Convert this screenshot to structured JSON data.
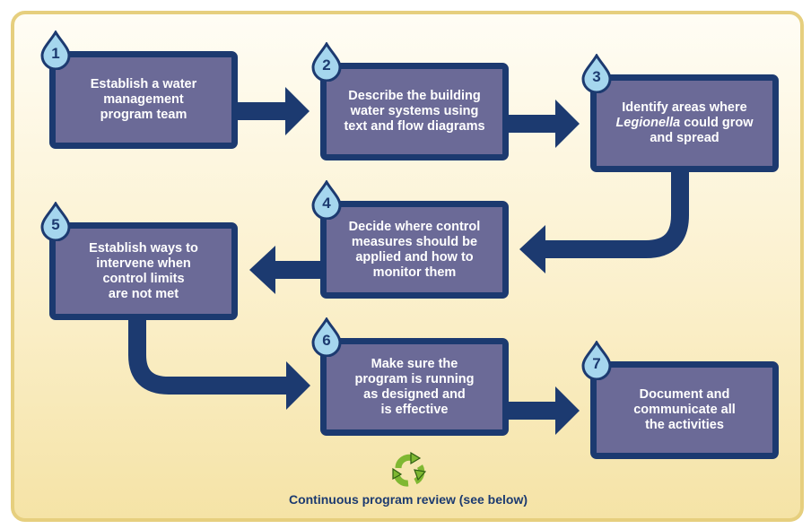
{
  "steps": [
    {
      "number": "1",
      "line1": "Establish a water",
      "line2": "management",
      "line3": "program team"
    },
    {
      "number": "2",
      "line1": "Describe the building",
      "line2": "water systems using",
      "line3": "text and flow diagrams"
    },
    {
      "number": "3",
      "line1": "Identify areas where",
      "line2_italic": "Legionella",
      "line2_rest": " could grow",
      "line3": "and spread"
    },
    {
      "number": "4",
      "line1": "Decide where control",
      "line2": "measures should be",
      "line3": "applied and how to",
      "line4": "monitor them"
    },
    {
      "number": "5",
      "line1": "Establish ways to",
      "line2": "intervene when",
      "line3": "control limits",
      "line4": "are not met"
    },
    {
      "number": "6",
      "line1": "Make sure the",
      "line2": "program is running",
      "line3": "as designed and",
      "line4": "is effective"
    },
    {
      "number": "7",
      "line1": "Document and",
      "line2": "communicate all",
      "line3": "the activities"
    }
  ],
  "caption": "Continuous program review (see below)",
  "icons": {
    "drop": "water-drop-icon",
    "cycle": "recycle-icon"
  },
  "colors": {
    "box_fill": "#6b6a97",
    "box_border": "#1c3a70",
    "arrow": "#1c3a70",
    "drop_fill": "#a5d6ee",
    "recycle": "#7fb832"
  }
}
